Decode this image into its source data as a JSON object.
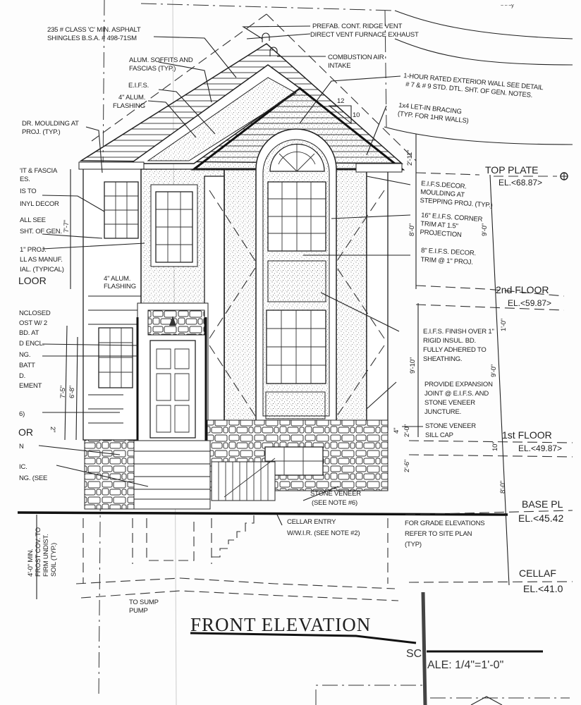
{
  "drawing": {
    "title": "FRONT ELEVATION",
    "scale_prefix": "SC",
    "scale_rest": "ALE:  1/4\"=1'-0\"",
    "corner_mark": "~ ~ ~y",
    "pitch": {
      "run": "12",
      "rise": "10"
    }
  },
  "notes_left": {
    "shingles": [
      "235 # CLASS 'C' MIN. ASPHALT",
      "SHINGLES B.S.A. # 498-71SM"
    ],
    "soffits": [
      "ALUM. SOFFITS AND",
      "FASCIAS (TYP.)"
    ],
    "eifs": [
      "E.I.F.S."
    ],
    "flashing": [
      "4\" ALUM.",
      "FLASHING"
    ],
    "moulding": [
      "DR. MOULDING AT",
      "PROJ. (TYP.)"
    ],
    "cut1": [
      "'IT & FASCIA",
      "ES."
    ],
    "cut2": [
      "IS TO",
      "INYL DECOR"
    ],
    "cut3": [
      "ALL SEE",
      "SHT. OF GEN."
    ],
    "cut4": [
      "1\" PROJ.",
      "LL AS MANUF.",
      "IAL. (TYPICAL)"
    ],
    "floor_cut": "LOOR",
    "flashing2": [
      "4\" ALUM.",
      "FLASHING"
    ],
    "cut5": [
      "NCLOSED",
      "OST W/ 2",
      "BD. AT",
      "D ENCL."
    ],
    "cut6": [
      "NG.",
      "BATT",
      "D.",
      "EMENT"
    ],
    "cut7": "6)",
    "floor_cut2": "OR",
    "cut8": "N",
    "cut9": [
      "IC.",
      "NG. (SEE"
    ],
    "frost": [
      "4'-0\" MIN.",
      "FROST COV. TO",
      "FIRM UNDIST.",
      "SOIL (TYP.)"
    ],
    "sump": [
      "TO SUMP",
      "PUMP"
    ]
  },
  "notes_right": {
    "ridge_vent": "PREFAB. CONT. RIDGE VENT",
    "furnace": "DIRECT VENT FURNACE EXHAUST",
    "combustion": [
      "COMBUSTION AIR",
      "INTAKE"
    ],
    "wall": [
      "1-HOUR RATED EXTERIOR WALL SEE DETAIL",
      "# 7 & # 9 STD. DTL. SHT. OF GEN. NOTES."
    ],
    "bracing": [
      "1x4 LET-IN BRACING",
      "(TYP. FOR 1HR WALLS)"
    ],
    "decor_moulding": [
      "E.I.F.S.DECOR.",
      "MOULDING AT",
      "STEPPING PROJ. (TYP.)"
    ],
    "corner_trim": [
      "16\" E.I.F.S. CORNER",
      "TRIM AT 1.5\"",
      "PROJECTION"
    ],
    "decor_trim": [
      "8\" E.I.F.S. DECOR.",
      "TRIM @ 1\" PROJ."
    ],
    "finish": [
      "E.I.F.S. FINISH OVER 1\"",
      "RIGID INSUL. BD.",
      "FULLY ADHERED TO",
      "SHEATHING."
    ],
    "expansion": [
      "PROVIDE EXPANSION",
      "JOINT @ E.I.F.S. AND",
      "STONE VENEER",
      "JUNCTURE."
    ],
    "sill": [
      "STONE VENEER",
      "SILL CAP"
    ],
    "stone": [
      "STONE VENEER",
      "(SEE NOTE #6)"
    ],
    "cellar_entry": [
      "CELLAR ENTRY",
      "W/W.I.R. (SEE NOTE #2)"
    ],
    "grade": [
      "FOR GRADE ELEVATIONS",
      "REFER TO SITE PLAN",
      "(TYP)"
    ]
  },
  "levels": [
    {
      "name": "TOP PLATE",
      "elevation": "EL.<68.87>"
    },
    {
      "name": "2nd FLOOR",
      "elevation": "EL.<59.87>"
    },
    {
      "name": "1st FLOOR",
      "elevation": "EL.<49.87>"
    },
    {
      "name": "BASE PL",
      "elevation": "EL.<45.42"
    },
    {
      "name": "CELLAF",
      "elevation": "EL.<41.0"
    }
  ],
  "dimensions": {
    "upper_left": "7'-7\"",
    "lower_left_a": "7'-5\"",
    "lower_left_b": "6'-8\"",
    "step": "2\"",
    "eave": "2'-11\"",
    "tower_upper": "8'-0\"",
    "tower_lower": "9'-10\"",
    "level_upper": "9'-0\"",
    "level_joist": "1'-0\"",
    "level_lower": "9'-0\"",
    "sill_a": "4\"",
    "sill_b": "2'-0\"",
    "sill_c": "2'-6\"",
    "floor_gap": "10\"",
    "foundation": "8'-0\""
  }
}
